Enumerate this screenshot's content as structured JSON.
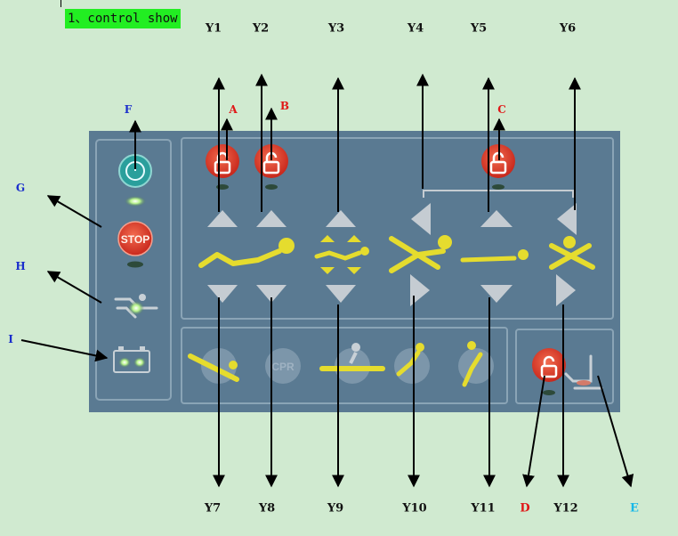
{
  "title": "1、control show",
  "labels": {
    "Y1": "Y1",
    "Y2": "Y2",
    "Y3": "Y3",
    "Y4": "Y4",
    "Y5": "Y5",
    "Y6": "Y6",
    "Y7": "Y7",
    "Y8": "Y8",
    "Y9": "Y9",
    "Y10": "Y10",
    "Y11": "Y11",
    "Y12": "Y12",
    "A": "A",
    "B": "B",
    "C": "C",
    "D": "D",
    "E": "E",
    "F": "F",
    "G": "G",
    "H": "H",
    "I": "I"
  },
  "panel_text": {
    "stop": "STOP",
    "cpr": "CPR"
  },
  "colors": {
    "background": "#d0ead0",
    "panel": "#5a7a92",
    "panel_border": "#7c99ad",
    "button_red": "#e03a2a",
    "figure_yellow": "#e5dc2e",
    "triangle_grey": "#c5ccd2",
    "led_green": "#a8f07a",
    "label_red": "#e01818",
    "label_blue": "#1a2ecc",
    "label_cyan": "#18b8e8"
  },
  "icons": [
    "power-icon",
    "stop-icon",
    "lock-icon",
    "person-icon",
    "battery-icon",
    "cpr-icon",
    "seat-icon"
  ]
}
